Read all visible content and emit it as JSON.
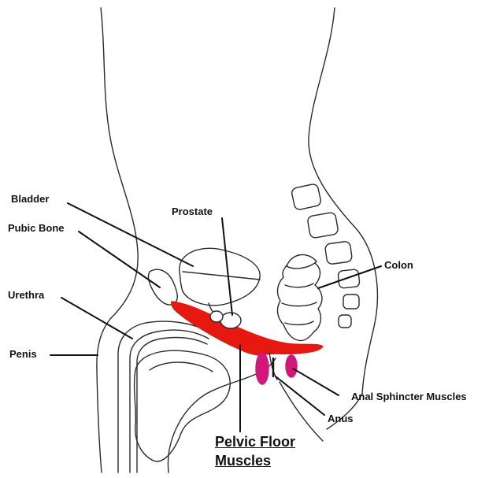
{
  "labels": {
    "bladder": "Bladder",
    "prostate": "Prostate",
    "pubic_bone": "Pubic Bone",
    "colon": "Colon",
    "urethra": "Urethra",
    "penis": "Penis",
    "anal_sphincter": "Anal Sphincter Muscles",
    "anus": "Anus",
    "pelvic_floor_line1": "Pelvic Floor",
    "pelvic_floor_line2": "Muscles"
  },
  "colors": {
    "outline": "#2a2a2a",
    "pelvic_floor_muscle": "#e5190f",
    "anal_sphincter": "#d4157a",
    "background": "#ffffff"
  }
}
